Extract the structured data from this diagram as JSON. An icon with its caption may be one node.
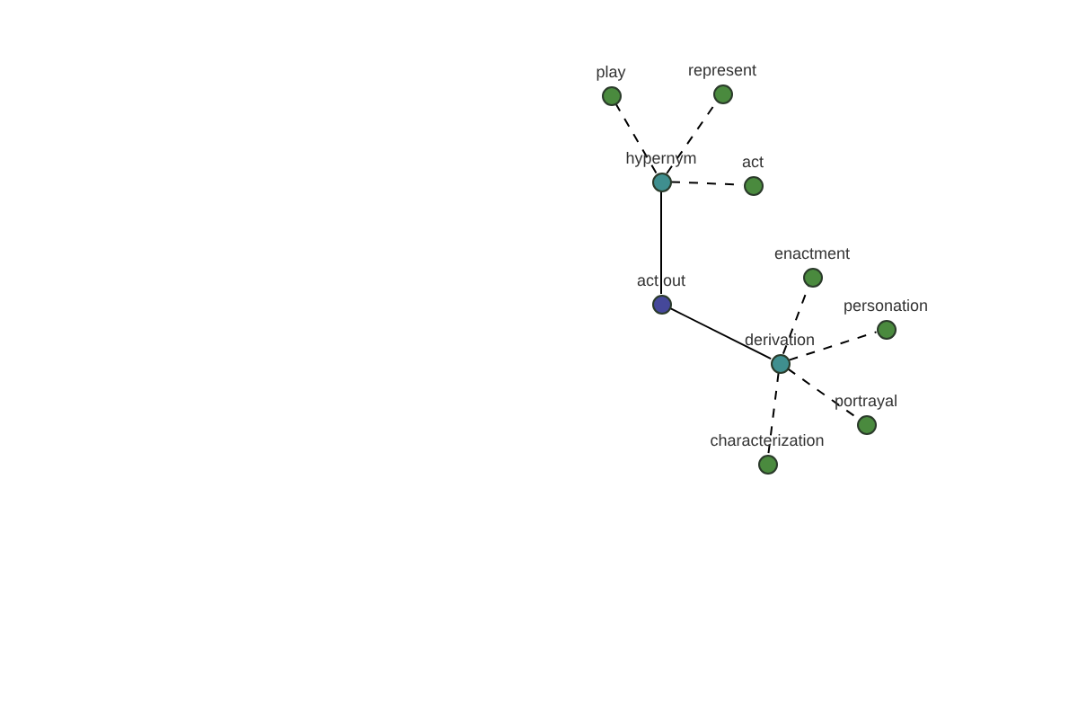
{
  "diagram": {
    "nodes": [
      {
        "text": [
          "play"
        ]
      },
      {
        "text": [
          "represent"
        ]
      },
      {
        "text": [
          "hypernym"
        ]
      },
      {
        "text": [
          "act"
        ]
      },
      {
        "text": [
          "act out"
        ]
      },
      {
        "text": [
          "enactment"
        ]
      },
      {
        "text": [
          "personation"
        ]
      },
      {
        "text": [
          "derivation"
        ]
      },
      {
        "text": [
          "portrayal"
        ]
      },
      {
        "text": [
          "characterization"
        ]
      }
    ],
    "edges": [
      {
        "from": 2,
        "to": 0,
        "arrow": "none",
        "style": "dashed"
      },
      {
        "from": 2,
        "to": 1,
        "arrow": "none",
        "style": "dashed"
      },
      {
        "from": 2,
        "to": 3,
        "arrow": "none",
        "style": "dashed"
      },
      {
        "from": 2,
        "to": 4,
        "arrow": "none"
      },
      {
        "from": 4,
        "to": 7,
        "arrow": "none"
      },
      {
        "from": 7,
        "to": 5,
        "arrow": "none",
        "style": "dashed"
      },
      {
        "from": 7,
        "to": 6,
        "arrow": "none",
        "style": "dashed"
      },
      {
        "from": 7,
        "to": 8,
        "arrow": "none",
        "style": "dashed"
      },
      {
        "from": 7,
        "to": 9,
        "arrow": "none",
        "style": "dashed"
      }
    ]
  }
}
